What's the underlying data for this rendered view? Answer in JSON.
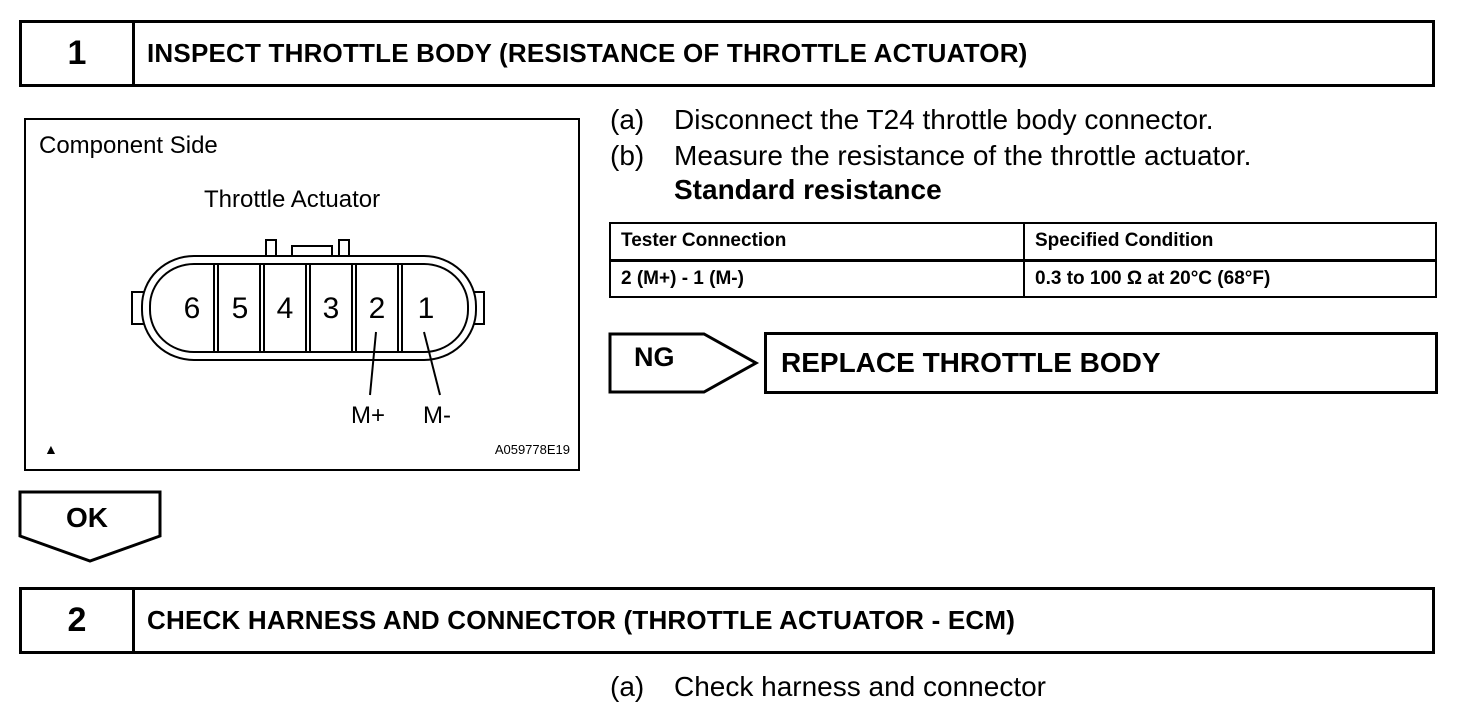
{
  "step1": {
    "number": "1",
    "title": "INSPECT THROTTLE BODY (RESISTANCE OF THROTTLE ACTUATOR)"
  },
  "figure": {
    "title": "Component Side",
    "component": "Throttle Actuator",
    "pins": [
      "6",
      "5",
      "4",
      "3",
      "2",
      "1"
    ],
    "label_m_plus": "M+",
    "label_m_minus": "M-",
    "code": "A059778E19"
  },
  "instructions": [
    {
      "label": "(a)",
      "text": "Disconnect the T24 throttle body connector."
    },
    {
      "label": "(b)",
      "text": "Measure the resistance of the throttle actuator."
    }
  ],
  "standard_heading": "Standard resistance",
  "spec_table": {
    "headers": [
      "Tester Connection",
      "Specified Condition"
    ],
    "rows": [
      [
        "2 (M+) - 1 (M-)",
        "0.3 to 100 Ω at 20°C (68°F)"
      ]
    ]
  },
  "ng": {
    "label": "NG",
    "action": "REPLACE THROTTLE BODY"
  },
  "ok": {
    "label": "OK"
  },
  "step2": {
    "number": "2",
    "title": "CHECK HARNESS AND CONNECTOR (THROTTLE ACTUATOR - ECM)"
  },
  "step2_instruction": {
    "label": "(a)",
    "text": "Check harness and connector"
  }
}
